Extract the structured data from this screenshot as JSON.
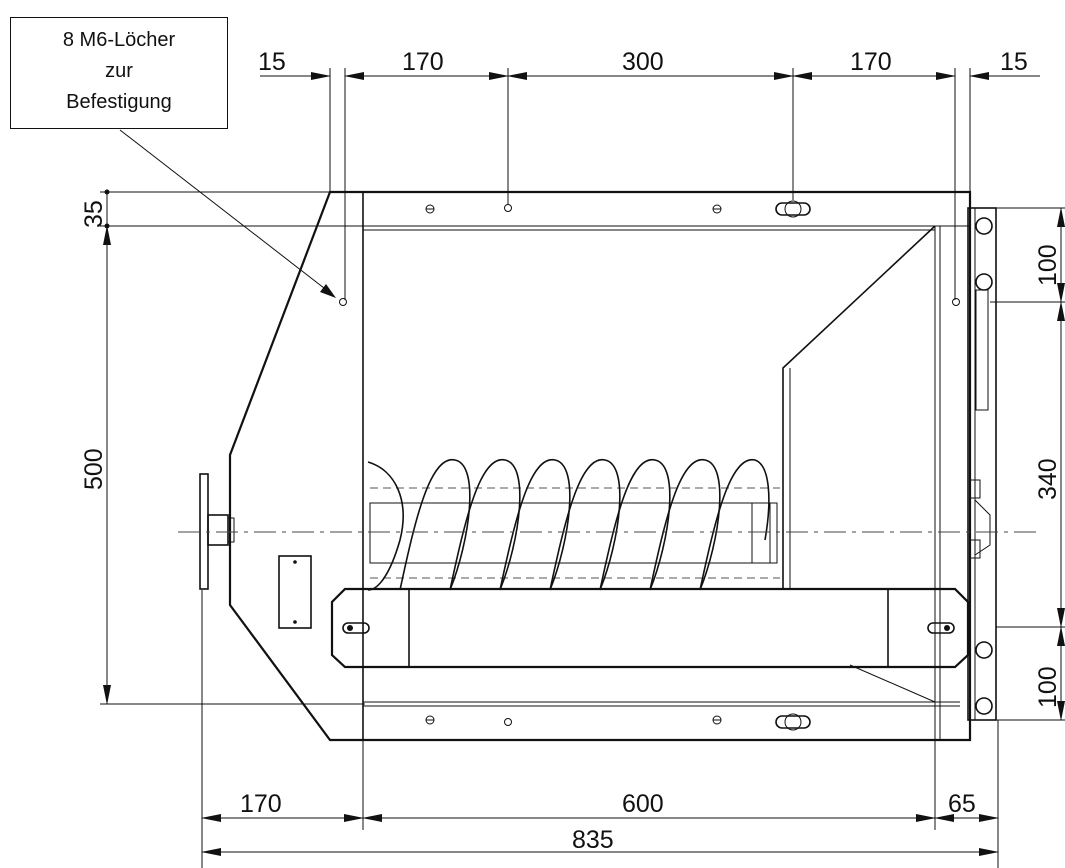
{
  "callout": {
    "line1": "8 M6-Löcher",
    "line2": "zur",
    "line3": "Befestigung"
  },
  "dimensions": {
    "top": [
      "15",
      "170",
      "300",
      "170",
      "15"
    ],
    "left": [
      "35",
      "500"
    ],
    "right": [
      "100",
      "340",
      "100"
    ],
    "bottom": [
      "170",
      "600",
      "65"
    ],
    "overall": "835"
  }
}
